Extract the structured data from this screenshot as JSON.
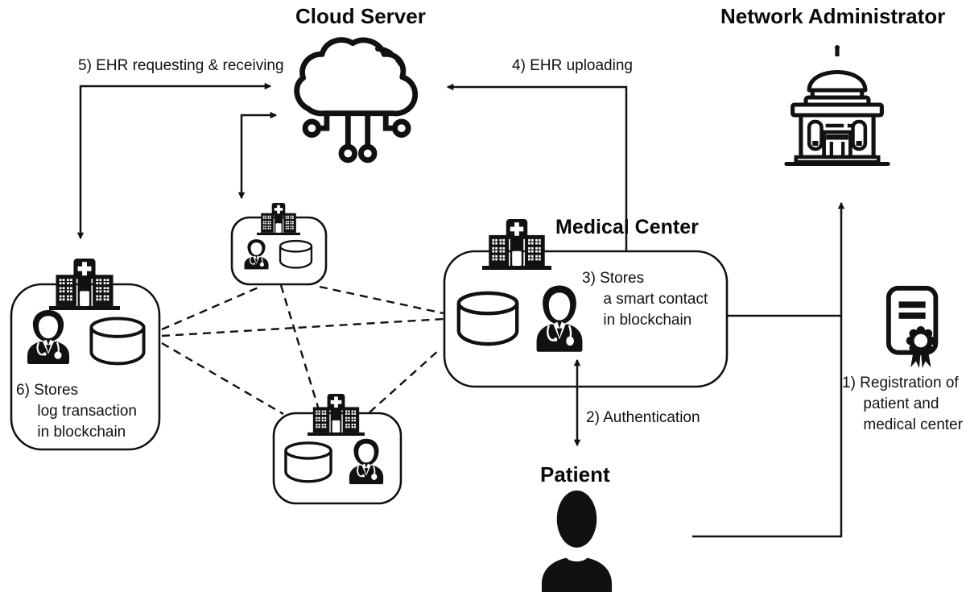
{
  "colors": {
    "ink": "#111111",
    "background": "#ffffff"
  },
  "nodes": {
    "cloud_server": {
      "title": "Cloud Server"
    },
    "network_administrator": {
      "title": "Network Administrator"
    },
    "medical_center": {
      "title": "Medical Center"
    },
    "patient": {
      "title": "Patient"
    }
  },
  "annotations": {
    "step1": "1) Registration of\n     patient and\n     medical center",
    "step2": "2) Authentication",
    "step3": "3) Stores\n     a smart contact\n     in blockchain",
    "step4": "4) EHR uploading",
    "step5": "5) EHR requesting & receiving",
    "step6": "6) Stores\n     log transaction\n     in blockchain"
  },
  "flows": [
    {
      "step": "1",
      "from": "Patient / Medical Center",
      "to": "Network Administrator",
      "label": "Registration of patient and medical center"
    },
    {
      "step": "2",
      "from": "Medical Center",
      "to": "Patient",
      "label": "Authentication",
      "bidirectional": true
    },
    {
      "step": "3",
      "at": "Medical Center",
      "label": "Stores a smart contact in blockchain"
    },
    {
      "step": "4",
      "from": "Medical Center",
      "to": "Cloud Server",
      "label": "EHR uploading"
    },
    {
      "step": "5",
      "from": "Blockchain node",
      "to": "Cloud Server",
      "label": "EHR requesting & receiving",
      "bidirectional": true
    },
    {
      "step": "6",
      "at": "Blockchain node",
      "label": "Stores log transaction in blockchain"
    }
  ],
  "icons": [
    "cloud-icon",
    "government-building-icon",
    "hospital-icon",
    "doctor-icon",
    "database-icon",
    "certificate-icon",
    "patient-icon"
  ],
  "network": {
    "blockchain_nodes_visible": 4,
    "mesh_edges_dashed": 6
  }
}
